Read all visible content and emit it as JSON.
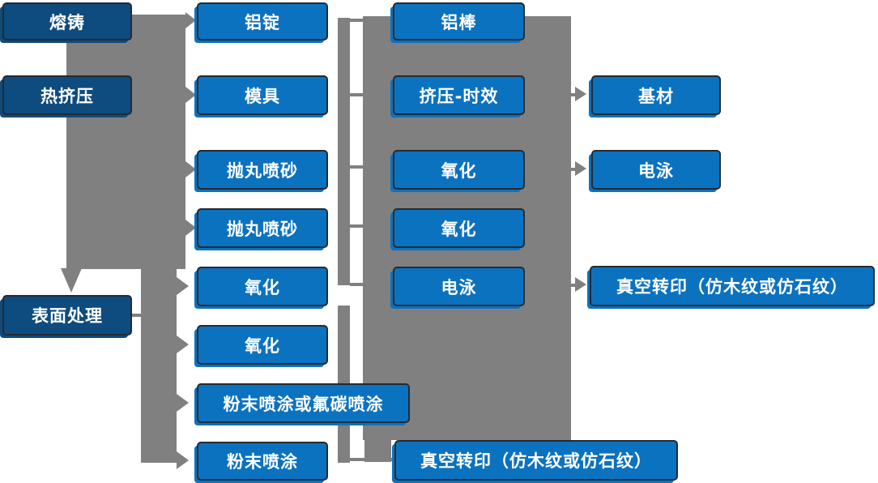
{
  "diagram": {
    "type": "flowchart",
    "colors": {
      "stage_box_blue": "#0e4b7e",
      "process_box_blue": "#0b72c0",
      "connector_gray": "#808080",
      "text_color": "#ffffff"
    },
    "nodes": {
      "melt_cast": {
        "label": "熔铸"
      },
      "hot_extrusion": {
        "label": "热挤压"
      },
      "surface_treatment": {
        "label": "表面处理"
      },
      "aluminum_ingot": {
        "label": "铝锭"
      },
      "mold": {
        "label": "模具"
      },
      "shot_blasting_1": {
        "label": "抛丸喷砂"
      },
      "shot_blasting_2": {
        "label": "抛丸喷砂"
      },
      "oxidation_1": {
        "label": "氧化"
      },
      "oxidation_2": {
        "label": "氧化"
      },
      "powder_or_fluorocarbon": {
        "label": "粉末喷涂或氟碳喷涂"
      },
      "powder_coating": {
        "label": "粉末喷涂"
      },
      "aluminum_rod": {
        "label": "铝棒"
      },
      "extrusion_aging": {
        "label": "挤压-时效"
      },
      "oxidation_3": {
        "label": "氧化"
      },
      "oxidation_4": {
        "label": "氧化"
      },
      "electrophoresis_1": {
        "label": "电泳"
      },
      "vacuum_transfer_bottom": {
        "label": "真空转印（仿木纹或仿石纹）"
      },
      "base_material": {
        "label": "基材"
      },
      "electrophoresis_2": {
        "label": "电泳"
      },
      "vacuum_transfer_right": {
        "label": "真空转印（仿木纹或仿石纹）"
      }
    }
  }
}
